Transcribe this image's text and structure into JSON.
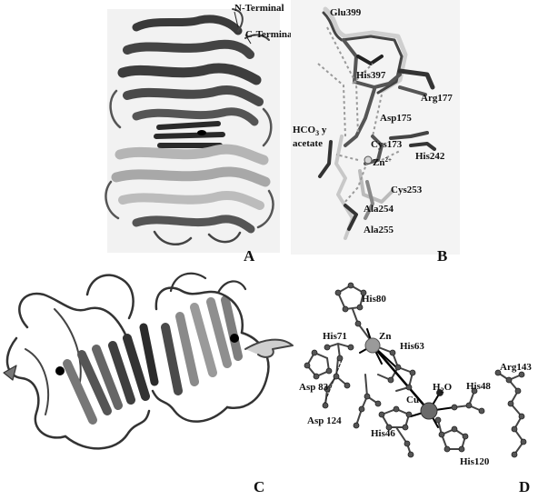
{
  "panels": {
    "a": {
      "letter": "A",
      "labels": {
        "n_terminal": "N-Terminal",
        "c_terminal": "C-Terminal"
      }
    },
    "b": {
      "letter": "B",
      "labels": {
        "glu399": "Glu399",
        "his397": "His397",
        "arg177": "Arg177",
        "asp175": "Asp175",
        "hco3_line1": "HCO",
        "hco3_sub": "3",
        "hco3_y": " y",
        "acetate": "acetate",
        "cys173": "Cys173",
        "zn": "Zn",
        "zn_sup": "2+",
        "his242": "His242",
        "cys253": "Cys253",
        "ala254": "Ala254",
        "ala255": "Ala255"
      }
    },
    "c": {
      "letter": "C"
    },
    "d": {
      "letter": "D",
      "labels": {
        "his80": "His80",
        "his71": "His71",
        "zn": "Zn",
        "his63": "His63",
        "asp83": "Asp 83",
        "h2o": "H",
        "h2o_sub": "2",
        "h2o_o": "O",
        "cu": "Cu",
        "his48": "His48",
        "arg143": "Arg143",
        "asp124": "Asp 124",
        "his46": "His46",
        "his120": "His120"
      }
    }
  }
}
